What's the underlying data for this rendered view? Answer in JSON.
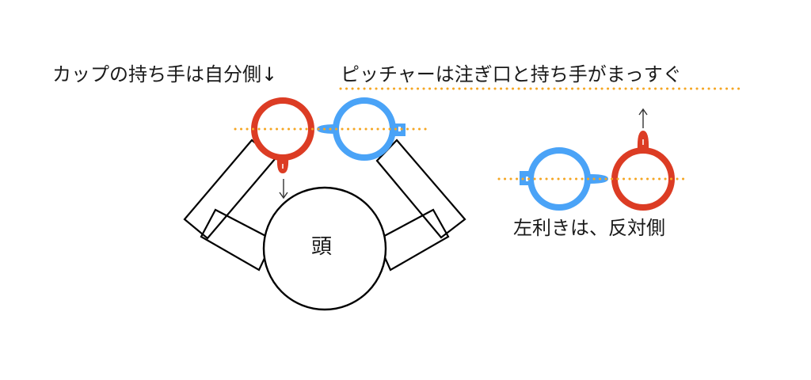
{
  "labels": {
    "cup_note": "カップの持ち手は自分側↓",
    "pitcher_note": "ピッチャーは注ぎ口と持ち手がまっすぐ",
    "left_handed_note": "左利きは、反対側",
    "head": "頭"
  },
  "colors": {
    "cup": "#dc3c24",
    "pitcher": "#4aa3f7",
    "guide_line": "#f5a623",
    "outline": "#000000",
    "text": "#1a1a1a"
  }
}
